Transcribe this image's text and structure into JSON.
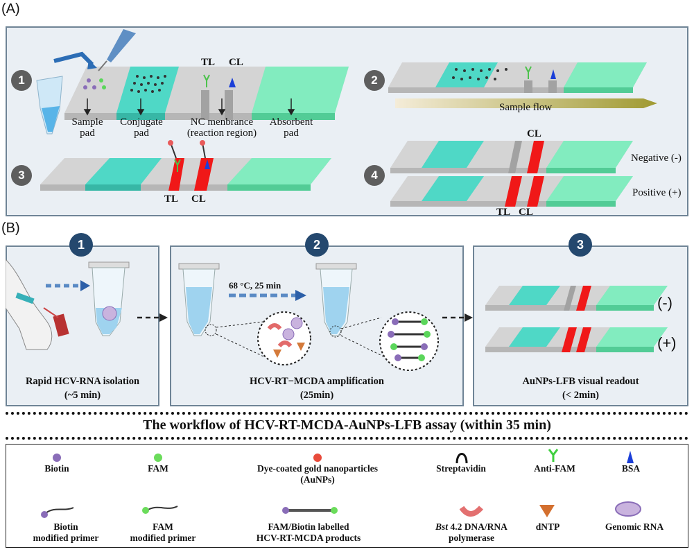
{
  "panelA": {
    "letter": "(A)",
    "steps": [
      "1",
      "2",
      "3",
      "4"
    ],
    "strip_labels": {
      "sample_pad": [
        "Sample",
        "pad"
      ],
      "conjugate_pad": [
        "Conjugate",
        "pad"
      ],
      "nc_membrane": [
        "NC menbrance",
        "(reaction region)"
      ],
      "absorbent_pad": [
        "Absorbent",
        "pad"
      ],
      "tl": "TL",
      "cl": "CL",
      "sample_flow": "Sample flow",
      "negative": "Negative (-)",
      "positive": "Positive (+)"
    }
  },
  "panelB": {
    "letter": "(B)",
    "steps": [
      {
        "num": "1",
        "title": "Rapid HCV-RNA isolation",
        "sub": "(~5 min)"
      },
      {
        "num": "2",
        "title": "HCV-RT−MCDA amplification",
        "sub": "(25min)",
        "condition": "68 °C, 25 min"
      },
      {
        "num": "3",
        "title": "AuNPs-LFB visual readout",
        "sub": "(< 2min)"
      }
    ],
    "readout": {
      "neg": "(-)",
      "pos": "(+)"
    }
  },
  "workflow_title": "The workflow of HCV-RT-MCDA-AuNPs-LFB assay (within 35 min)",
  "legend": {
    "row1": [
      {
        "label": "Biotin",
        "icon": "biotin-icon"
      },
      {
        "label": "FAM",
        "icon": "fam-icon"
      },
      {
        "label": "Dye-coated gold nanoparticles\n(AuNPs)",
        "icon": "aunp-icon"
      },
      {
        "label": "Streptavidin",
        "icon": "streptavidin-icon"
      },
      {
        "label": "Anti-FAM",
        "icon": "anti-fam-icon"
      },
      {
        "label": "BSA",
        "icon": "bsa-icon"
      }
    ],
    "row2": [
      {
        "label": "Biotin\nmodified primer",
        "icon": "biotin-primer-icon"
      },
      {
        "label": "FAM\nmodified primer",
        "icon": "fam-primer-icon"
      },
      {
        "label": "FAM/Biotin labelled\nHCV-RT-MCDA products",
        "icon": "product-icon"
      },
      {
        "label_italic": "Bst",
        "label": " 4.2 DNA/RNA\npolymerase",
        "icon": "polymerase-icon"
      },
      {
        "label": "dNTP",
        "icon": "dntp-icon"
      },
      {
        "label": "Genomic RNA",
        "icon": "genomic-rna-icon"
      }
    ]
  },
  "colors": {
    "strip": "#d2d2d2",
    "conjugate": "#4fd8c6",
    "absorbent": "#82ecbf",
    "line_red": "#f01818",
    "line_grey": "#9c9c9c",
    "panel_bg": "#eaeff4",
    "step_blue": "#24486e"
  }
}
